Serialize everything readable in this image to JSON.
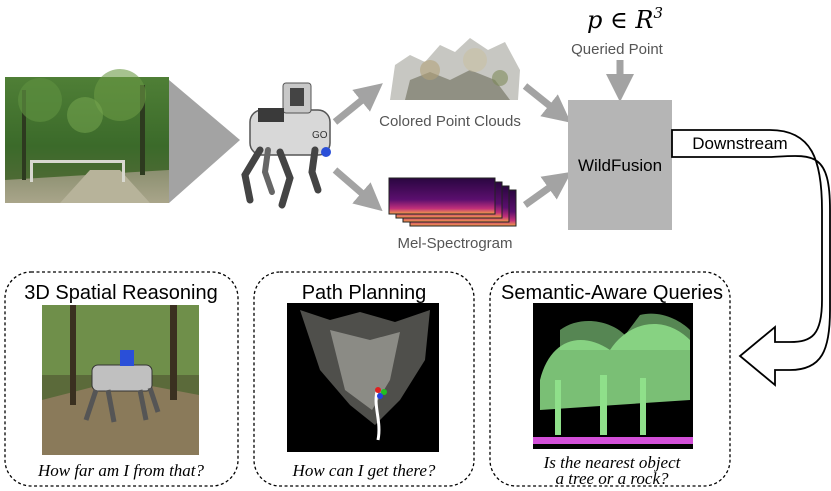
{
  "header": {
    "equation": "p ∈ R",
    "equation_sup": "3",
    "queried_point": "Queried Point"
  },
  "labels": {
    "point_clouds": "Colored Point Clouds",
    "spectrogram": "Mel-Spectrogram",
    "wildfusion": "WildFusion",
    "downstream": "Downstream"
  },
  "panels": [
    {
      "title": "3D Spatial Reasoning",
      "caption": "How far am I from that?"
    },
    {
      "title": "Path Planning",
      "caption": "How can I get there?"
    },
    {
      "title": "Semantic-Aware Queries",
      "caption_line1": "Is the nearest object",
      "caption_line2": "a tree or a rock?"
    }
  ],
  "colors": {
    "arrow": "#a3a3a3",
    "wildfusion_box": "#b5b5b5",
    "forest_green": "#3f6b2a",
    "spectro_purple": "#3a0a55",
    "semantic_green": "#8fe08a",
    "semantic_pink": "#d24fd8"
  }
}
